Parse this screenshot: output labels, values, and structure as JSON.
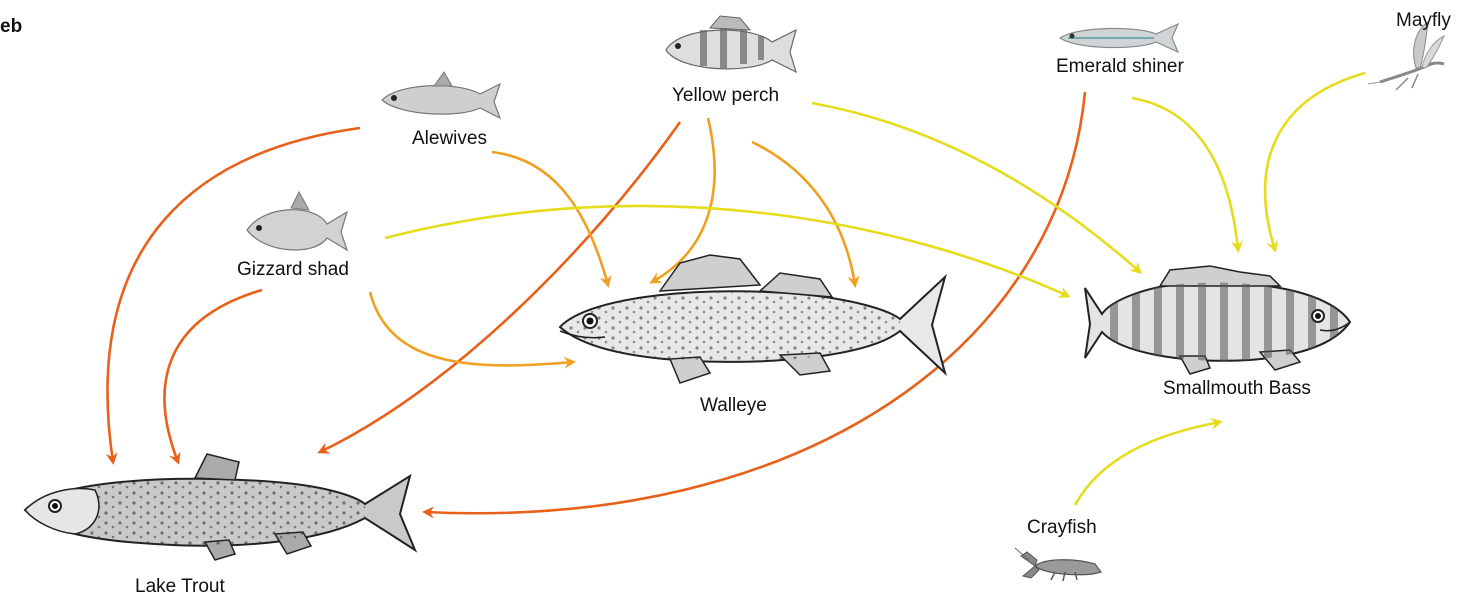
{
  "title_fragment": "eb",
  "nodes": {
    "mayfly": "Mayfly",
    "emerald_shiner": "Emerald shiner",
    "yellow_perch": "Yellow perch",
    "alewives": "Alewives",
    "gizzard_shad": "Gizzard shad",
    "walleye": "Walleye",
    "smallmouth_bass": "Smallmouth Bass",
    "lake_trout": "Lake Trout",
    "crayfish": "Crayfish"
  },
  "colors": {
    "to_lake_trout": "#e8601a",
    "to_walleye": "#f0a020",
    "to_smallmouth_bass": "#e8e020"
  },
  "icons": [
    "mayfly-icon",
    "emerald-shiner-icon",
    "yellow-perch-icon",
    "alewife-icon",
    "gizzard-shad-icon",
    "walleye-icon",
    "smallmouth-bass-icon",
    "lake-trout-icon",
    "crayfish-icon"
  ]
}
